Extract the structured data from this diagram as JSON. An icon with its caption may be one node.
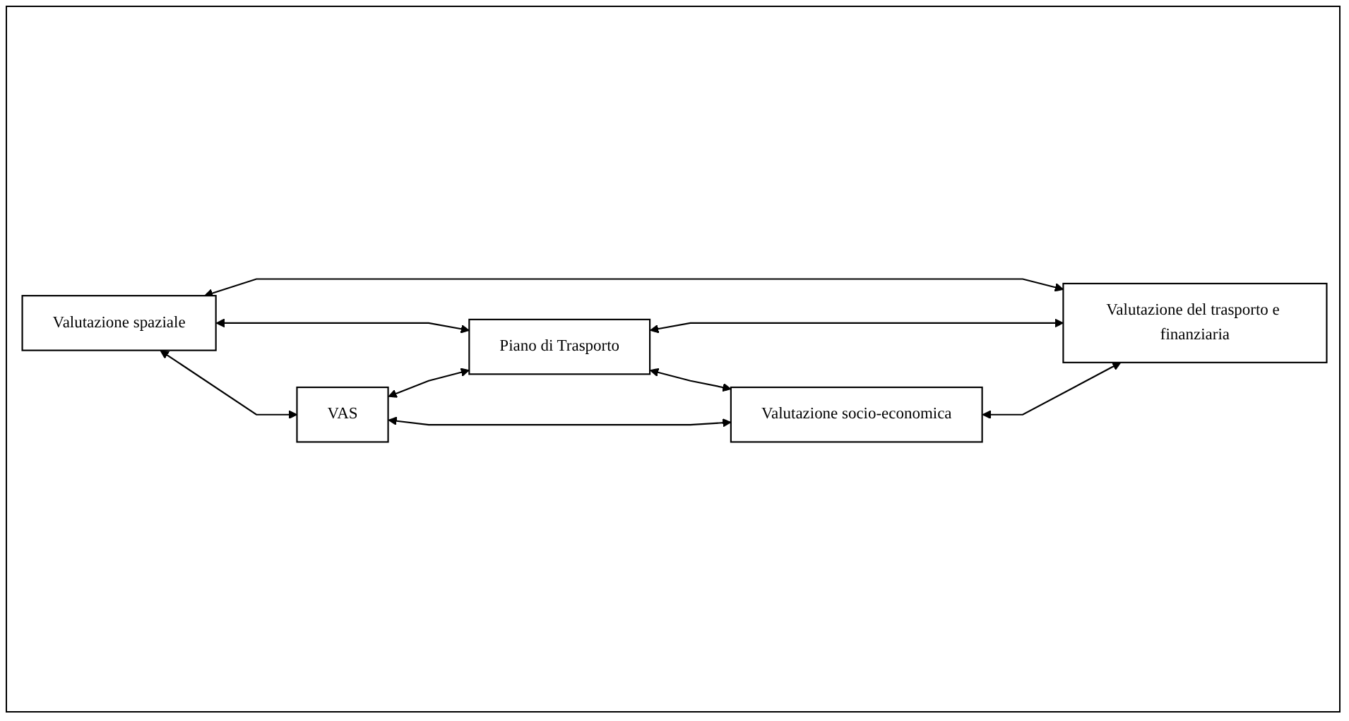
{
  "diagram": {
    "nodes": [
      {
        "text": [
          "Valutazione spaziale"
        ]
      },
      {
        "text": [
          "VAS"
        ]
      },
      {
        "text": [
          "Piano di Trasporto"
        ]
      },
      {
        "text": [
          "Valutazione del trasporto e finanziaria"
        ]
      },
      {
        "text": [
          "Valutazione socio-economica"
        ]
      }
    ],
    "edges": [
      {
        "from": 0,
        "to": 1,
        "arrow": "both"
      },
      {
        "from": 0,
        "to": 3,
        "arrow": "both"
      },
      {
        "from": 0,
        "to": 2,
        "arrow": "both"
      },
      {
        "from": 1,
        "to": 2,
        "arrow": "both"
      },
      {
        "from": 2,
        "to": 3,
        "arrow": "both"
      },
      {
        "from": 2,
        "to": 4,
        "arrow": "both"
      },
      {
        "from": 1,
        "to": 4,
        "arrow": "both"
      },
      {
        "from": 4,
        "to": 3,
        "arrow": "both"
      }
    ]
  }
}
